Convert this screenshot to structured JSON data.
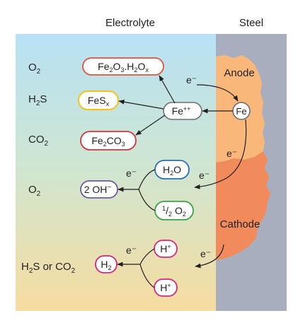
{
  "headers": {
    "electrolyte": "Electrolyte",
    "steel": "Steel"
  },
  "regions": {
    "anode": "Anode",
    "cathode": "Cathode"
  },
  "electron": "e⁻",
  "left_labels": [
    {
      "id": "o2-top",
      "base": "O",
      "sub": "2",
      "tail": ""
    },
    {
      "id": "h2s",
      "base": "H",
      "sub": "2",
      "tail": "S"
    },
    {
      "id": "co2",
      "base": "CO",
      "sub": "2",
      "tail": ""
    },
    {
      "id": "o2-mid",
      "base": "O",
      "sub": "2",
      "tail": ""
    },
    {
      "id": "h2s-or-co2",
      "base": "H",
      "sub": "2",
      "tail": "S or CO",
      "sub2": "2"
    }
  ],
  "species": {
    "fe2o3": {
      "p1": "Fe",
      "s1": "2",
      "p2": "O",
      "s2": "3",
      "p3": ".H",
      "s3": "2",
      "p4": "O",
      "s4": "x",
      "color": "#e2523d"
    },
    "fesx": {
      "p1": "FeS",
      "s1": "x",
      "color": "#f2c21b"
    },
    "fe2co3": {
      "p1": "Fe",
      "s1": "2",
      "p2": "CO",
      "s2": "3",
      "color": "#d6333c"
    },
    "feplus": {
      "base": "Fe",
      "sup": "++",
      "color": "#6d6e71"
    },
    "fe": {
      "text": "Fe",
      "color": "#6d6e71"
    },
    "h2o": {
      "p1": "H",
      "s1": "2",
      "p2": "O",
      "color": "#2a6fb5"
    },
    "oh": {
      "text": "2 OH",
      "sup": "−",
      "color": "#6a5aa6"
    },
    "halfo2": {
      "sup": "1",
      "mid": "/",
      "sub": "2",
      "tail": " O",
      "tsub": "2",
      "color": "#3aa44a"
    },
    "h2": {
      "p1": "H",
      "s1": "2",
      "color": "#d6267e"
    },
    "hplus_top": {
      "base": "H",
      "sup": "+",
      "color": "#d6267e"
    },
    "hplus_bot": {
      "base": "H",
      "sup": "+",
      "color": "#d6267e"
    }
  },
  "colors": {
    "steel": "#a9aebf",
    "anode": "#f9b87a",
    "cathode": "#f28b5b",
    "electrolyte_top": "#b9e2f5",
    "electrolyte_bottom": "#f6dca0"
  }
}
